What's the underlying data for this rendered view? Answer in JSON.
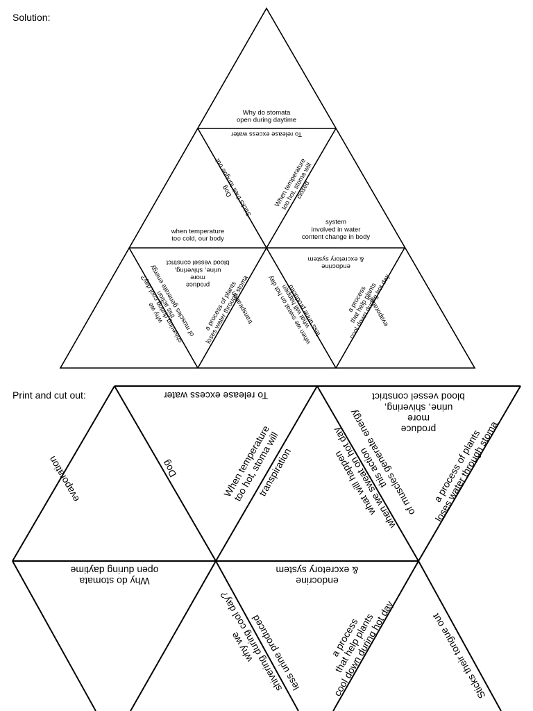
{
  "solution_label": "Solution:",
  "cutout_label": "Print and cut out:",
  "solution": {
    "apex": [
      "Why do stomata",
      "open during daytime"
    ],
    "top_bottom_edge": [
      "To release excess water"
    ],
    "mid_left_left_edge": [
      "Dog",
      "Sticks their tongue out"
    ],
    "mid_left_right_edge": [
      "When temperature",
      "too hot, stoma will",
      "closed"
    ],
    "mid_left_bottom": [
      "when temperature",
      "too cold, our body"
    ],
    "mid_right_bottom": [
      "system",
      "involved in water",
      "content change in body"
    ],
    "bottom_left_top_edge": [
      "produce",
      "more",
      "urine, shivering,",
      "blood vessel constrict"
    ],
    "bottom_left_left_edge": [
      "why we",
      "shivering during cool day?"
    ],
    "bottom_left_mid": [
      "this action",
      "of muscles generate energy"
    ],
    "bottom_left_right_edge": [
      "a process of plants",
      "loses water through stoma"
    ],
    "bottom_mid_left_edge": [
      "transpiration"
    ],
    "bottom_mid_mid": [
      "less urine produced"
    ],
    "bottom_mid_right_edge": [
      "when we sweat on hot day",
      "what will happen"
    ],
    "bottom_right_top_edge": [
      "endocrine",
      "& excretory system"
    ],
    "bottom_right_left_edge": [
      "a process",
      "that help plants",
      "cool down during hot day"
    ],
    "bottom_right_right_edge": [
      "evaporation"
    ]
  },
  "cutout": {
    "t1": [
      "evaporation"
    ],
    "t2_top": [
      "To release excess water"
    ],
    "t2_left": [
      "Dog"
    ],
    "t2_right": [
      "When temperature",
      "too hot, stoma will"
    ],
    "t3_left": [
      "transpiration"
    ],
    "t4_top": [
      "produce",
      "more",
      "urine, shivering,",
      "blood vessel constrict"
    ],
    "t4_left1": [
      "what will happen",
      "when we sweat on hot day"
    ],
    "t4_left2": [
      "this action",
      "of muscles generate energy"
    ],
    "t4_right": [
      "a process of plants",
      "loses water through stoma"
    ],
    "t5_top": [
      "Why do stomata",
      "open during daytime"
    ],
    "t6_top": [
      "endocrine",
      "& excretory system"
    ],
    "t6_left1": [
      "why we",
      "shivering during cool day?"
    ],
    "t6_left2": [
      "less urine produced"
    ],
    "t7_right": [
      "a process",
      "that help plants",
      "cool down during hot day"
    ],
    "t8_right": [
      "Sticks their tongue out"
    ]
  }
}
